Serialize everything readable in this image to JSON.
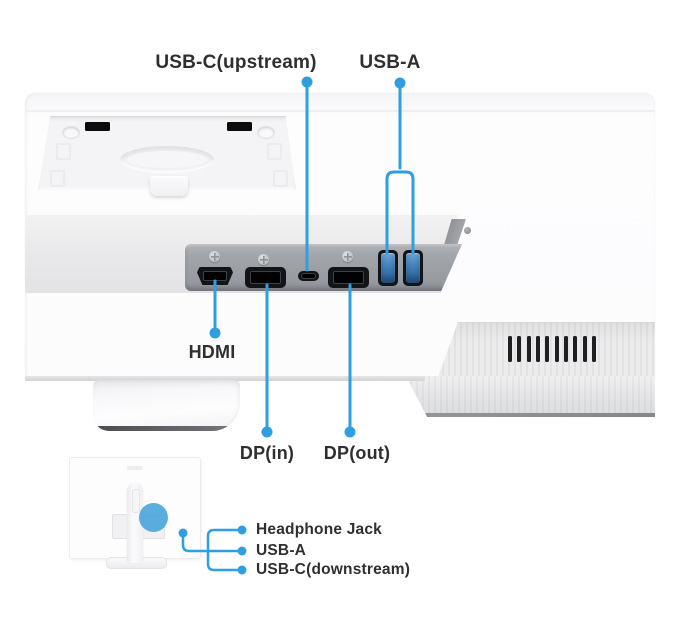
{
  "colors": {
    "accent_blue": "#2f9fdf",
    "label_text": "#2f2f2f",
    "port_strip_gray": "#9b9ea3",
    "usb_port_blue": "#3b79b4"
  },
  "rear_view": {
    "labels": {
      "usb_c_upstream": "USB-C(upstream)",
      "usb_a": "USB-A",
      "hdmi": "HDMI",
      "dp_in": "DP(in)",
      "dp_out": "DP(out)"
    },
    "port_icons": [
      "hdmi-port-icon",
      "dp-in-port-icon",
      "usb-c-port-icon",
      "dp-out-port-icon",
      "usb-a-port-icon",
      "usb-a-port-icon"
    ]
  },
  "side_view": {
    "labels": {
      "headphone_jack": "Headphone Jack",
      "usb_a": "USB-A",
      "usb_c_downstream": "USB-C(downstream)"
    }
  }
}
